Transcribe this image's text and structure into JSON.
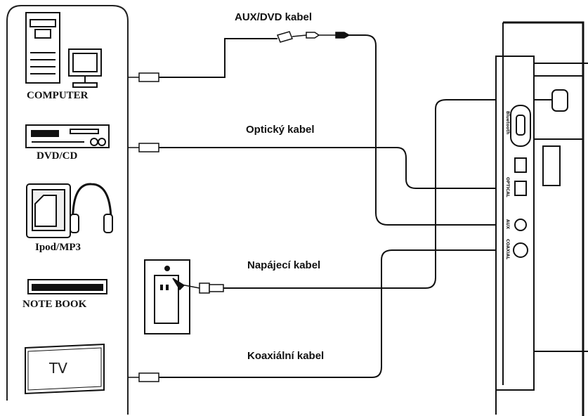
{
  "devices": {
    "computer": "COMPUTER",
    "dvd": "DVD/CD",
    "ipod": "Ipod/MP3",
    "notebook": "NOTE BOOK",
    "tv": "TV"
  },
  "cables": {
    "aux": "AUX/DVD kabel",
    "optical": "Optický kabel",
    "power": "Napájecí kabel",
    "coax": "Koaxiální kabel"
  },
  "speaker": {
    "side_label_1": "Bluetooth",
    "side_label_2": "OPTICAL",
    "side_label_3": "AUX",
    "side_label_4": "COAXIAL"
  }
}
